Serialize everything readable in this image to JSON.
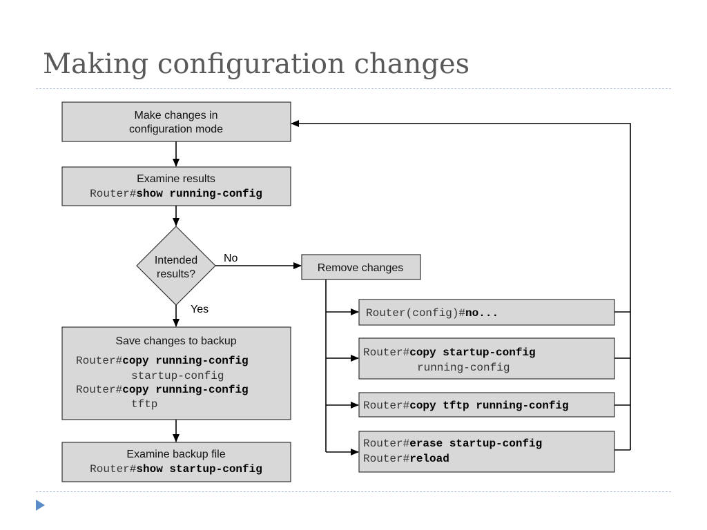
{
  "title": "Making configuration changes",
  "steps": {
    "make_changes": {
      "line1": "Make changes in",
      "line2": "configuration mode"
    },
    "examine_results": {
      "heading": "Examine results",
      "prompt": "Router#",
      "cmd": "show running-config"
    },
    "decision": {
      "line1": "Intended",
      "line2": "results?",
      "no_label": "No",
      "yes_label": "Yes"
    },
    "remove_changes": {
      "label": "Remove changes"
    },
    "save_backup": {
      "heading": "Save changes to backup",
      "prompt1": "Router#",
      "cmd1a": "copy running-config",
      "cmd1b": "startup-config",
      "prompt2": "Router#",
      "cmd2a": "copy running-config",
      "cmd2b": "tftp"
    },
    "examine_backup": {
      "heading": "Examine backup file",
      "prompt": "Router#",
      "cmd": "show startup-config"
    }
  },
  "remove_options": {
    "no_command": {
      "prompt": "Router(config)#",
      "cmd": "no..."
    },
    "copy_startup": {
      "prompt": "Router#",
      "cmd_a": "copy startup-config",
      "cmd_b": "running-config"
    },
    "copy_tftp": {
      "prompt": "Router#",
      "cmd": "copy tftp running-config"
    },
    "erase_reload": {
      "prompt1": "Router#",
      "cmd1": "erase startup-config",
      "prompt2": "Router#",
      "cmd2": "reload"
    }
  },
  "colors": {
    "box_fill": "#d8d8d8",
    "title": "#595959",
    "bullet": "#5b8cc8",
    "rule": "#b3c1d3"
  }
}
